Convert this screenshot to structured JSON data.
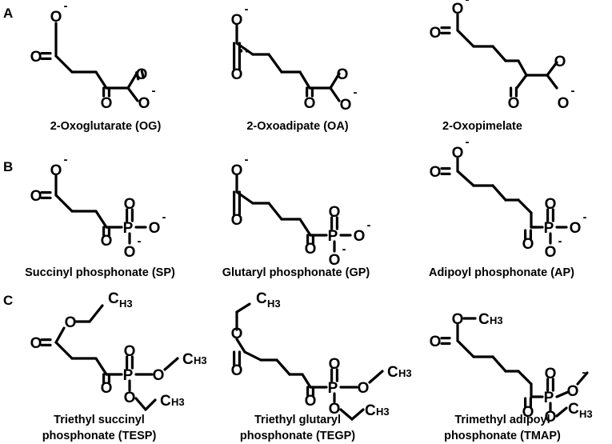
{
  "panels": [
    "A",
    "B",
    "C"
  ],
  "compounds": [
    {
      "caption": [
        "2-Oxoglutarate (OG)"
      ]
    },
    {
      "caption": [
        "2-Oxoadipate (OA)"
      ]
    },
    {
      "caption": [
        "2-Oxopimelate"
      ]
    },
    {
      "caption": [
        "Succinyl phosphonate (SP)"
      ]
    },
    {
      "caption": [
        "Glutaryl phosphonate (GP)"
      ]
    },
    {
      "caption": [
        "Adipoyl phosphonate (AP)"
      ]
    },
    {
      "caption": [
        "Triethyl succinyl",
        "phosphonate (TESP)"
      ]
    },
    {
      "caption": [
        "Triethyl glutaryl",
        "phosphonate (TEGP)"
      ]
    },
    {
      "caption": [
        "Trimethyl adipoyl",
        "phosphonate (TMAP)"
      ]
    }
  ],
  "atoms": {
    "O": "O",
    "P": "P",
    "C": "C",
    "H3": "H3",
    "minus": "-"
  }
}
